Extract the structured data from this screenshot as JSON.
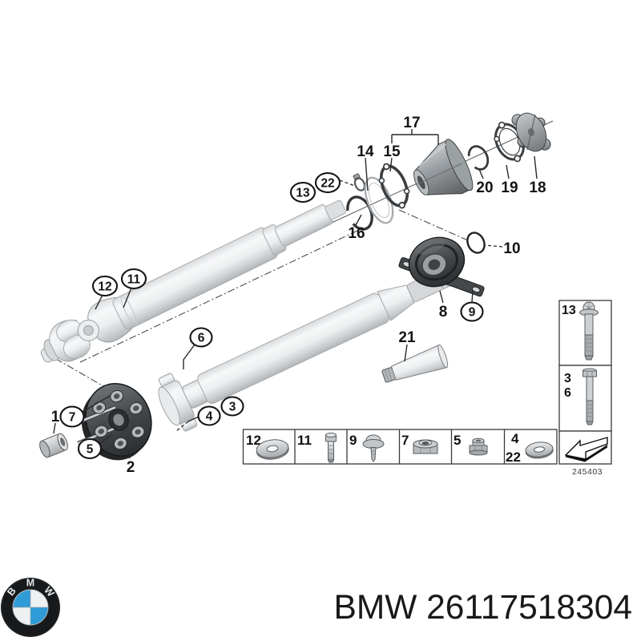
{
  "diagram": {
    "callouts": {
      "1": "1",
      "2": "2",
      "3": "3",
      "4": "4",
      "5": "5",
      "6": "6",
      "7": "7",
      "8": "8",
      "9": "9",
      "10": "10",
      "11": "11",
      "12": "12",
      "13": "13",
      "14": "14",
      "15": "15",
      "16": "16",
      "17": "17",
      "18": "18",
      "19": "19",
      "20": "20",
      "21": "21",
      "22": "22"
    },
    "drawing_number": "245403",
    "parts_strip": {
      "cells": [
        {
          "label": "12",
          "icon": "washer"
        },
        {
          "label": "11",
          "icon": "hex-bolt"
        },
        {
          "label": "9",
          "icon": "flange-screw"
        },
        {
          "label": "7",
          "icon": "collar-nut"
        },
        {
          "label": "5",
          "icon": "lock-nut"
        },
        {
          "label": "4",
          "label2": "22",
          "icon": "washer"
        }
      ]
    },
    "side_panel": {
      "cells": [
        {
          "label": "13",
          "icon": "torx-flange-bolt"
        },
        {
          "label": "3",
          "label2": "6",
          "icon": "hex-bolt"
        },
        {
          "icon": "direction-arrow"
        }
      ]
    }
  },
  "footer": {
    "brand": "BMW",
    "part_label": "BMW 26117518304",
    "logo_letters": [
      "B",
      "M",
      "W"
    ],
    "logo_blue": "#2f9cd7"
  }
}
